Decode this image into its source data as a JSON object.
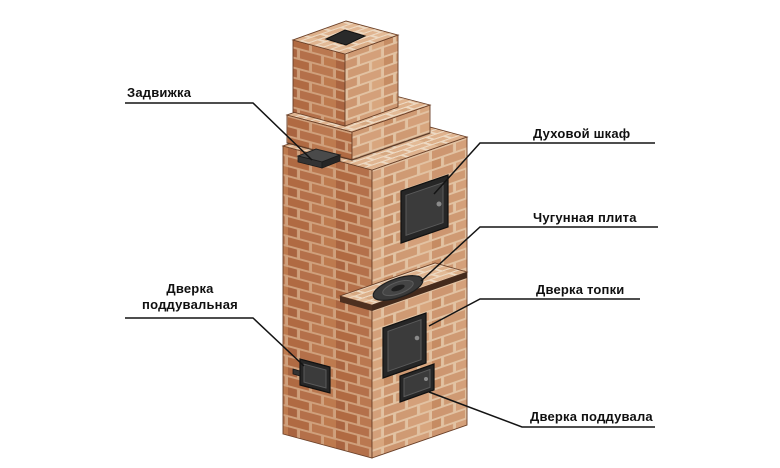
{
  "diagram": {
    "background_color": "#ffffff",
    "labels": {
      "damper": "Задвижка",
      "oven": "Духовой шкаф",
      "cast_iron_plate": "Чугунная плита",
      "firebox_door": "Дверка топки",
      "ash_door_side": "Дверка поддувальная",
      "ash_door_bottom": "Дверка поддувала"
    },
    "colors": {
      "brick_front": "#b06a42",
      "brick_side": "#cd9670",
      "brick_top": "#ddb08a",
      "mortar": "#cfa07c",
      "metal": "#262626",
      "leader_line": "#141414",
      "label_text": "#101010"
    }
  }
}
